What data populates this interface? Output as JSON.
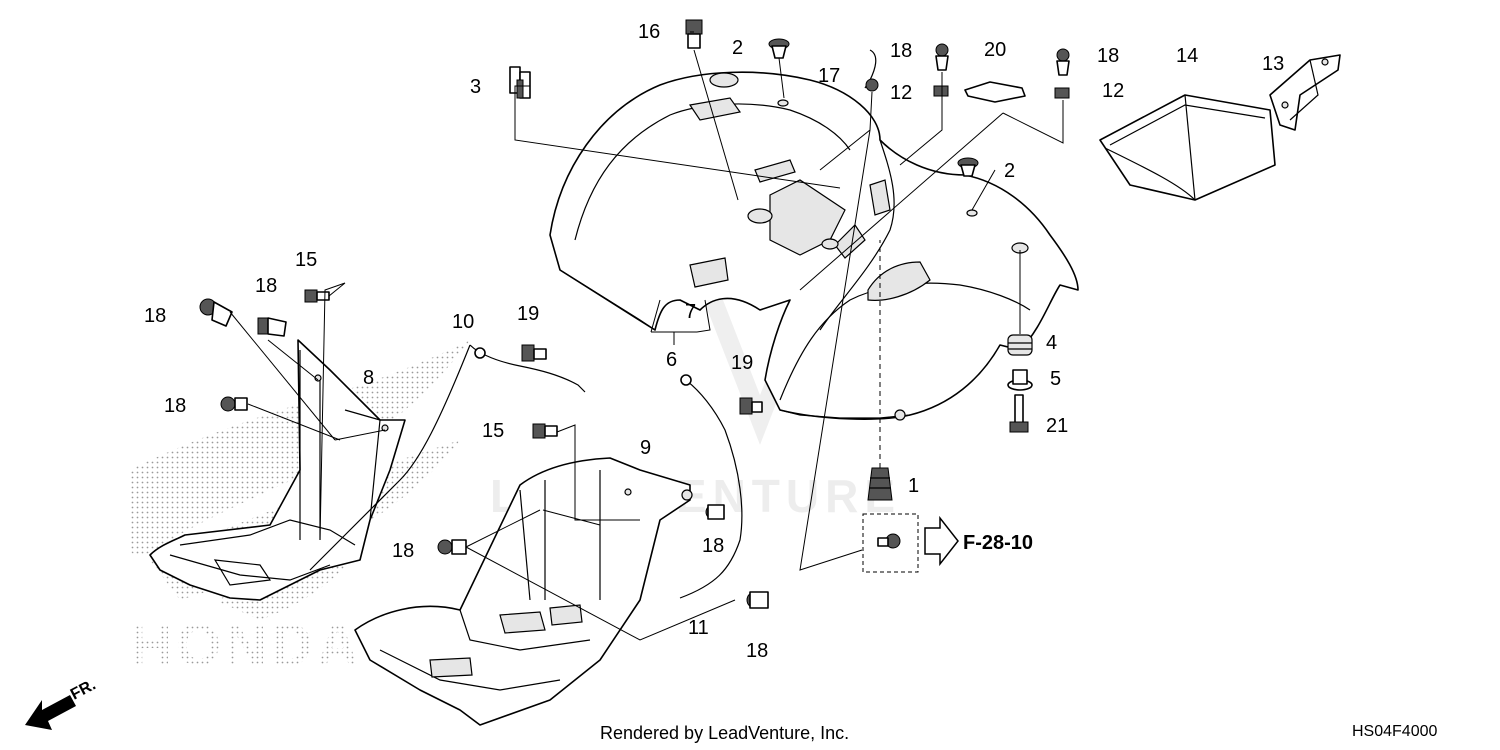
{
  "diagram_code": "HS04F4000",
  "footer_credit": "Rendered by LeadVenture, Inc.",
  "watermark_logo": "HONDA",
  "watermark_text": "LEADVENTURE",
  "direction_indicator": "FR.",
  "cross_reference": "F-28-10",
  "callouts": {
    "c1": "1",
    "c2a": "2",
    "c2b": "2",
    "c3": "3",
    "c4": "4",
    "c5": "5",
    "c6": "6",
    "c7": "7",
    "c8": "8",
    "c9": "9",
    "c10": "10",
    "c11": "11",
    "c12a": "12",
    "c12b": "12",
    "c13": "13",
    "c14": "14",
    "c15a": "15",
    "c15b": "15",
    "c16": "16",
    "c17": "17",
    "c18a": "18",
    "c18b": "18",
    "c18c": "18",
    "c18d": "18",
    "c18e": "18",
    "c18f": "18",
    "c18g": "18",
    "c18h": "18",
    "c19a": "19",
    "c19b": "19",
    "c20": "20",
    "c21": "21"
  }
}
